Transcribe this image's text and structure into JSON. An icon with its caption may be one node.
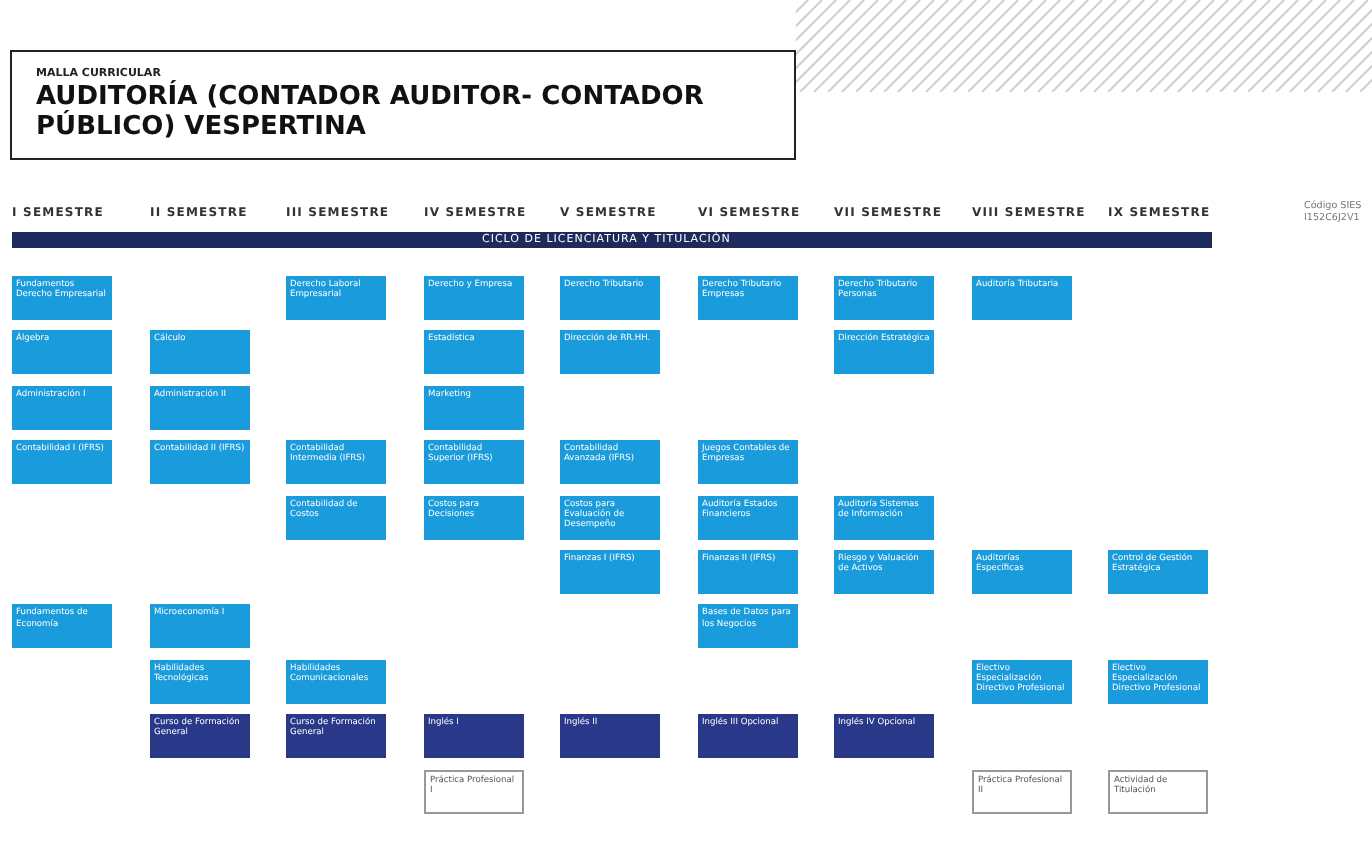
{
  "diagram": {
    "title": "AUDITORÍA (CONTADOR AUDITOR- CONTADOR PÚBLICO) VESPERTINA",
    "nodes": [
      {
        "text": [
          "CICLO DE LICENCIATURA Y TITULACIÓN"
        ]
      },
      {
        "text": [
          "Fundamentos Derecho Empresarial"
        ]
      },
      {
        "text": [
          "Derecho Laboral Empresarial"
        ]
      },
      {
        "text": [
          "Derecho y Empresa"
        ]
      },
      {
        "text": [
          "Derecho Tributario"
        ]
      },
      {
        "text": [
          "Derecho Tributario Empresas"
        ]
      },
      {
        "text": [
          "Derecho Tributario Personas"
        ]
      },
      {
        "text": [
          "Auditoría Tributaria"
        ]
      },
      {
        "text": [
          "Álgebra"
        ]
      },
      {
        "text": [
          "Cálculo"
        ]
      },
      {
        "text": [
          "Estadística"
        ]
      },
      {
        "text": [
          "Dirección de RR.HH."
        ]
      },
      {
        "text": [
          "Dirección Estratégica"
        ]
      },
      {
        "text": [
          "Administración I"
        ]
      },
      {
        "text": [
          "Administración II"
        ]
      },
      {
        "text": [
          "Marketing"
        ]
      },
      {
        "text": [
          "Contabilidad I (IFRS)"
        ]
      },
      {
        "text": [
          "Contabilidad II (IFRS)"
        ]
      },
      {
        "text": [
          "Contabilidad Intermedia (IFRS)"
        ]
      },
      {
        "text": [
          "Contabilidad Superior (IFRS)"
        ]
      },
      {
        "text": [
          "Contabilidad Avanzada (IFRS)"
        ]
      },
      {
        "text": [
          "Juegos Contables de Empresas"
        ]
      },
      {
        "text": [
          "Contabilidad de Costos"
        ]
      },
      {
        "text": [
          "Costos para Decisiones"
        ]
      },
      {
        "text": [
          "Costos para Evaluación de Desempeño"
        ]
      },
      {
        "text": [
          "Auditoría Estados Financieros"
        ]
      },
      {
        "text": [
          "Auditoría Sistemas de Información"
        ]
      },
      {
        "text": [
          "Finanzas I (IFRS)"
        ]
      },
      {
        "text": [
          "Finanzas II (IFRS)"
        ]
      },
      {
        "text": [
          "Riesgo y Valuación de Activos"
        ]
      },
      {
        "text": [
          "Auditorías Específicas"
        ]
      },
      {
        "text": [
          "Control de Gestión Estratégica"
        ]
      },
      {
        "text": [
          "Fundamentos de Economía"
        ]
      },
      {
        "text": [
          "Microeconomía I"
        ]
      },
      {
        "text": [
          "Bases de Datos para los Negocios"
        ]
      },
      {
        "text": [
          "Habilidades Tecnológicas"
        ]
      },
      {
        "text": [
          "Habilidades Comunicacionales"
        ]
      },
      {
        "text": [
          "Electivo Especialización Directivo Profesional"
        ]
      },
      {
        "text": [
          "Electivo Especialización Directivo Profesional"
        ]
      },
      {
        "text": [
          "Curso de Formación General"
        ]
      },
      {
        "text": [
          "Curso de Formación General"
        ]
      },
      {
        "text": [
          "Inglés I"
        ]
      },
      {
        "text": [
          "Inglés II"
        ]
      },
      {
        "text": [
          "Inglés III Opcional"
        ]
      },
      {
        "text": [
          "Inglés IV Opcional"
        ]
      },
      {
        "text": [
          "Práctica Profesional I"
        ]
      },
      {
        "text": [
          "Práctica Profesional II"
        ]
      },
      {
        "text": [
          "Actividad de Titulación"
        ]
      }
    ],
    "labels": [
      "MALLA CURRICULAR",
      "I SEMESTRE",
      "II SEMESTRE",
      "III SEMESTRE",
      "IV SEMESTRE",
      "V SEMESTRE",
      "VI SEMESTRE",
      "VII SEMESTRE",
      "VIII SEMESTRE",
      "IX SEMESTRE",
      "Código SIES I152C6J2V1"
    ]
  }
}
